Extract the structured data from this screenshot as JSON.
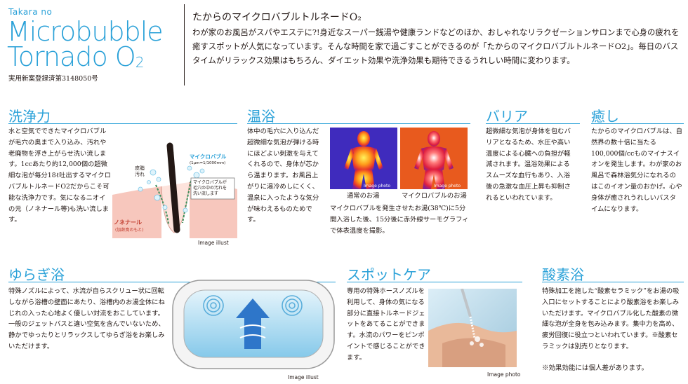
{
  "brand": {
    "small": "Takara no",
    "line1": "Microbubble",
    "line2": "Tornado O",
    "line2_sub": "2",
    "patent": "実用新案登録済第3148050号"
  },
  "intro": {
    "headline": "たからのマイクロバブルトルネードO₂",
    "text": "わが家のお風呂がスパやエステに?!身近なスーパー銭湯や健康ランドなどのほか、おしゃれなリラクゼーションサロンまで心身の疲れを癒すスポットが人気になっています。そんな時間を家で過ごすことができるのが「たからのマイクロバブルトルネードO2」。毎日のバスタイムがリラックス効果はもちろん、ダイエット効果や洗浄効果も期待できるうれしい時間に変わります。"
  },
  "sections": {
    "cleaning": {
      "title": "洗浄力",
      "text": "水と空気でできたマイクロバブルが毛穴の奥まで入り込み、汚れや老廃物を浮き上がらせ洗い流します。1ccあたり約12,000個の超微細な泡が毎分18ℓ吐出するマイクロバブルトルネードO2だからこそ可能な洗浄力です。気になるニオイの元（ノネナール等)も洗い流します。",
      "illust": {
        "hair": "毛",
        "sebum": "皮脂\n汚れ",
        "bubble": "マイクロバブル",
        "bubble_size": "(1μm=1/1000mm)",
        "callout": "マイクロバブルが\n毛穴の中の汚れを\n洗い流します",
        "nonenal": "ノネナール",
        "nonenal_note": "(加齢臭のもと)",
        "caption": "Image illust"
      }
    },
    "warm": {
      "title": "温浴",
      "text": "体中の毛穴に入り込んだ超微細な気泡が弾ける時にほどよい刺激を与えてくれるので、身体が芯から温まります。お風呂上がりに湯冷めしにくく、温泉に入ったような気分が味わえるものためです。",
      "photo_label1": "Image photo",
      "photo_label2": "Image photo",
      "caption_normal": "通常のお湯",
      "caption_micro": "マイクロバブルのお湯",
      "caption_text": "マイクロバブルを発生させたお湯(38℃)に5分間入浴した後、15分後に赤外線サーモグラフィで体表温度を撮影。"
    },
    "barrier": {
      "title": "バリア",
      "text": "超微細な気泡が身体を包むバリアとなるため、水圧や高い温度による心臓への負担が軽減されます。温浴効果によるスムーズな血行もあり、入浴後の急激な血圧上昇も抑制されるといわれています。"
    },
    "healing": {
      "title": "癒し",
      "text": "たからのマイクロバブルは、自然界の数十倍に当たる100,000個/ccものマイナスイオンを発生します。わが家のお風呂で森林浴気分になれるのはこのイオン量のおかげ。心や身体が癒されうれしいバスタイムになります。"
    },
    "swing": {
      "title": "ゆらぎ浴",
      "text": "特殊ノズルによって、水流が自らスクリュー状に回転しながら浴槽の壁面にあたり、浴槽内のお湯全体にねじれの入った心地よく優しい対流をおこしています。一般のジェットバスと違い空気を含んでいないため、静かでゆったりとリラックスしてゆらぎ浴をお楽しみいただけます。",
      "caption": "Image illust"
    },
    "spot": {
      "title": "スポットケア",
      "text": "専用の特殊ホースノズルを利用して、身体の気になる部分に直接トルネードジェットをあてることができます。水流のパワーをピンポイントで感じることができます。",
      "caption": "Image photo"
    },
    "oxygen": {
      "title": "酸素浴",
      "text": "特殊加工を施した“酸素セラミック”をお湯の吸入口にセットすることにより酸素浴をお楽しみいただけます。マイクロバブル化した酸素の微細な泡が全身を包み込みます。集中力を高め、疲労回復に役立つといわれています。※酸素セラミックは別売りとなります。",
      "note": "※効果効能には個人差があります。"
    }
  },
  "colors": {
    "accent": "#2aa1d8",
    "text": "#231815",
    "skin": "#f7c7bd"
  }
}
